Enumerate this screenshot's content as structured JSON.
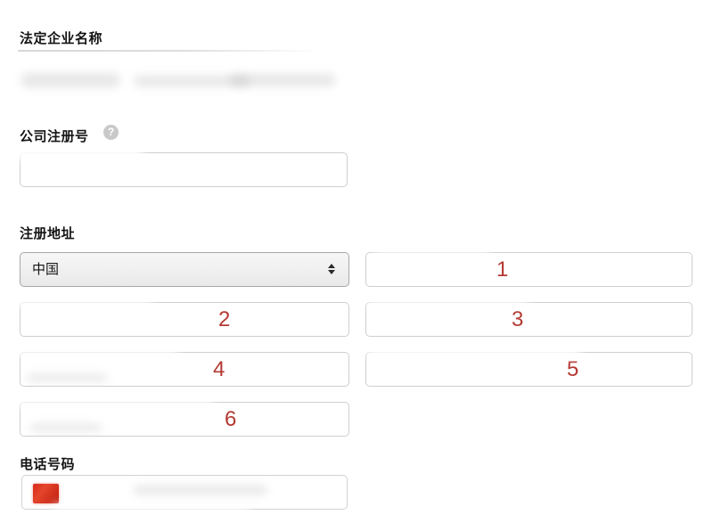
{
  "form": {
    "legal_name": {
      "label": "法定企业名称",
      "value_state": "redacted"
    },
    "company_registration": {
      "label": "公司注册号",
      "help_icon": "question-mark",
      "input_value": ""
    },
    "registered_address": {
      "label": "注册地址",
      "country_select": {
        "value": "中国",
        "icon": "sorter-arrows"
      },
      "annotations": [
        "1",
        "2",
        "3",
        "4",
        "5",
        "6"
      ]
    },
    "phone": {
      "label": "电话号码",
      "flag_icon": "china-flag",
      "input_value": ""
    },
    "colors": {
      "annotation_red": "#b43a33",
      "flag_red": "#d7281c",
      "label_text": "#141414"
    }
  }
}
